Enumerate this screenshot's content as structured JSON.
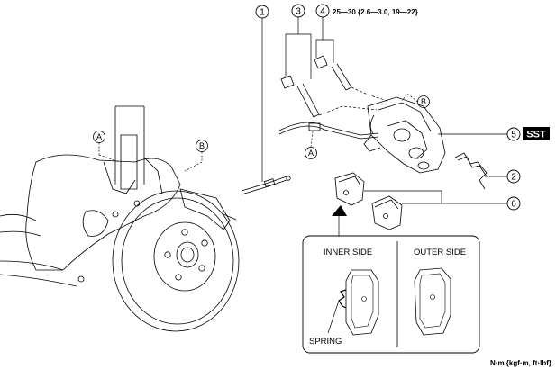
{
  "callouts": {
    "c1": "1",
    "c2": "2",
    "c3": "3",
    "c4": "4",
    "c5": "5",
    "c6": "6"
  },
  "torque_spec": "25—30 {2.6—3.0, 19—22}",
  "sst_label": "SST",
  "ref_marks": {
    "a": "A",
    "b": "B"
  },
  "inset": {
    "inner_side": "INNER SIDE",
    "outer_side": "OUTER SIDE",
    "spring": "SPRING"
  },
  "units_note": "N·m {kgf·m, ft·lbf}",
  "colors": {
    "line": "#000000",
    "background": "#ffffff",
    "sst_fill": "#000000"
  }
}
